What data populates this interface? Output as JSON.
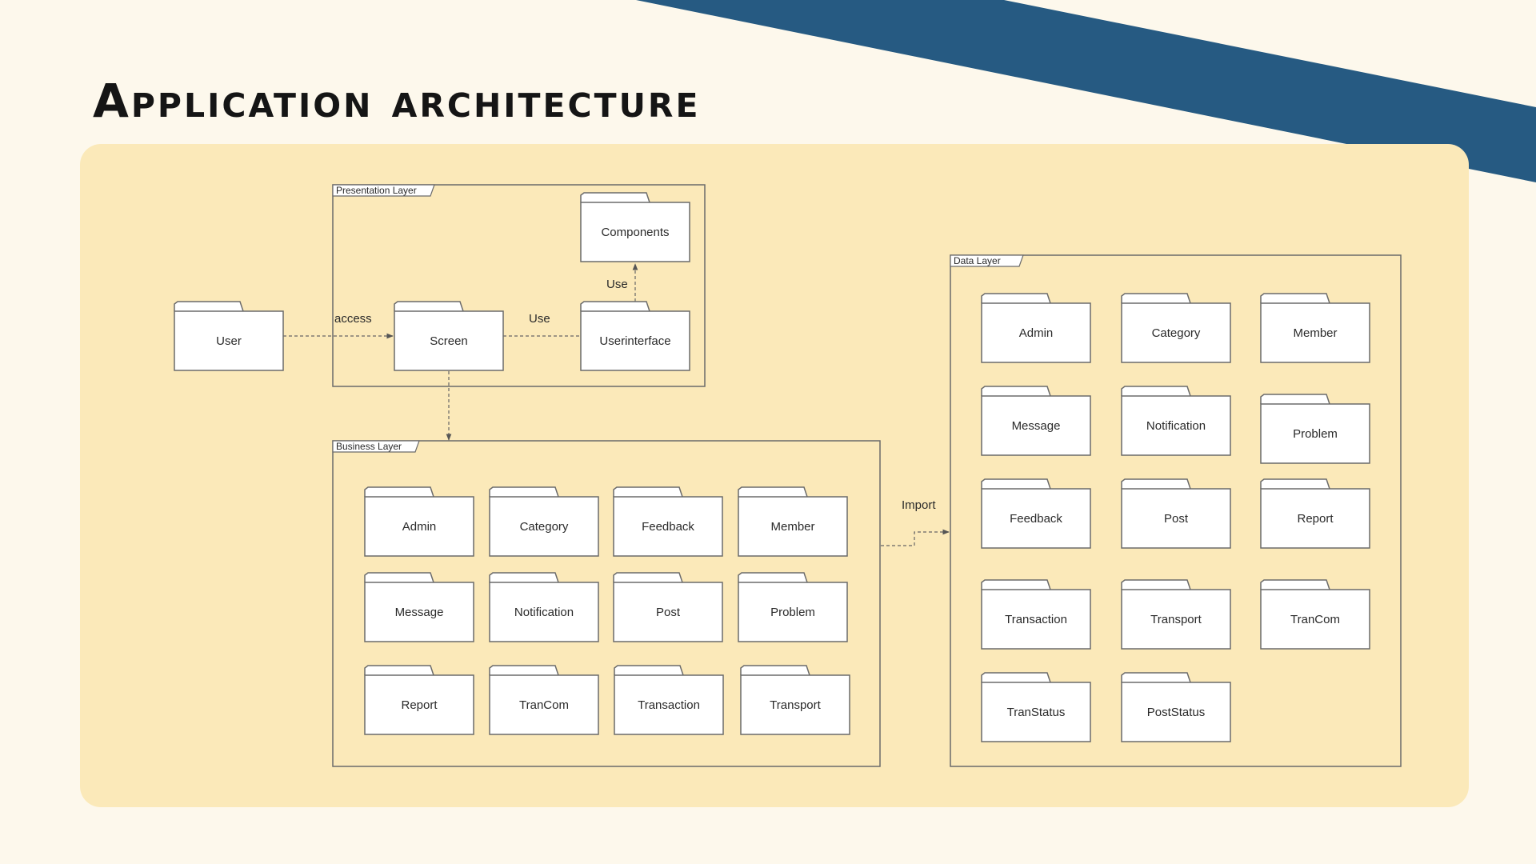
{
  "title": "Application architecture",
  "colors": {
    "background": "#fdf8ec",
    "panel": "#fbe9b9",
    "stripe": "#265a82",
    "stroke": "#6b6b6b",
    "folder_fill": "#ffffff"
  },
  "external": {
    "user": "User"
  },
  "presentation_layer": {
    "label": "Presentation Layer",
    "components": "Components",
    "screen": "Screen",
    "userinterface": "Userinterface"
  },
  "business_layer": {
    "label": "Business Layer",
    "packages": [
      "Admin",
      "Category",
      "Feedback",
      "Member",
      "Message",
      "Notification",
      "Post",
      "Problem",
      "Report",
      "TranCom",
      "Transaction",
      "Transport"
    ]
  },
  "data_layer": {
    "label": "Data Layer",
    "packages": [
      "Admin",
      "Category",
      "Member",
      "Message",
      "Notification",
      "Problem",
      "Feedback",
      "Post",
      "Report",
      "Transaction",
      "Transport",
      "TranCom",
      "TranStatus",
      "PostStatus"
    ]
  },
  "relations": {
    "access": "access",
    "use_screen": "Use",
    "use_components": "Use",
    "import": "Import"
  }
}
